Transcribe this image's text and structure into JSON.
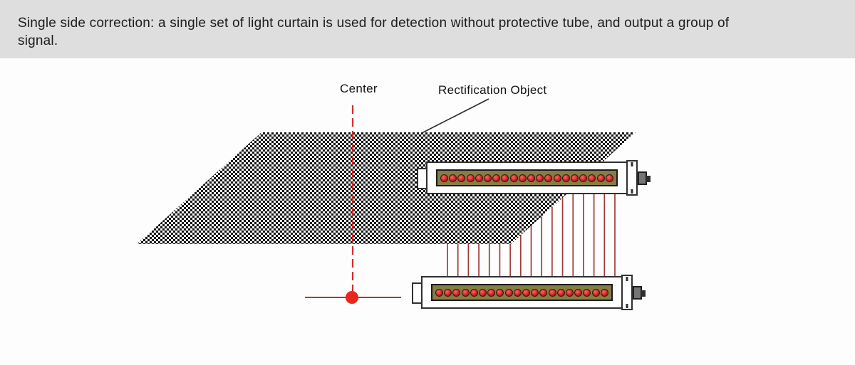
{
  "banner": {
    "line1": "Single side correction: a single set of light curtain is used for detection without protective tube, and output a group of",
    "line2": "signal."
  },
  "diagram": {
    "labels": {
      "center": "Center",
      "rectification_object": "Rectification Object"
    },
    "beam_count": 17,
    "leds_per_bar": 20
  },
  "colors": {
    "banner_bg": "#dedede",
    "banner_text": "#1c1c1c",
    "diagram_bg": "#fdfdfd",
    "beam": "#a33a38",
    "center_line": "#cf2d28",
    "dot": "#e8271d",
    "crosshair": "#b23a34",
    "leader": "#2a2a2a",
    "panel": "#847e45",
    "led": "#cf2127",
    "led_ring": "#401410",
    "outline": "#303030",
    "connector": "#757575",
    "pattern_dark": "#151515",
    "pattern_light": "#f7f7f7"
  }
}
